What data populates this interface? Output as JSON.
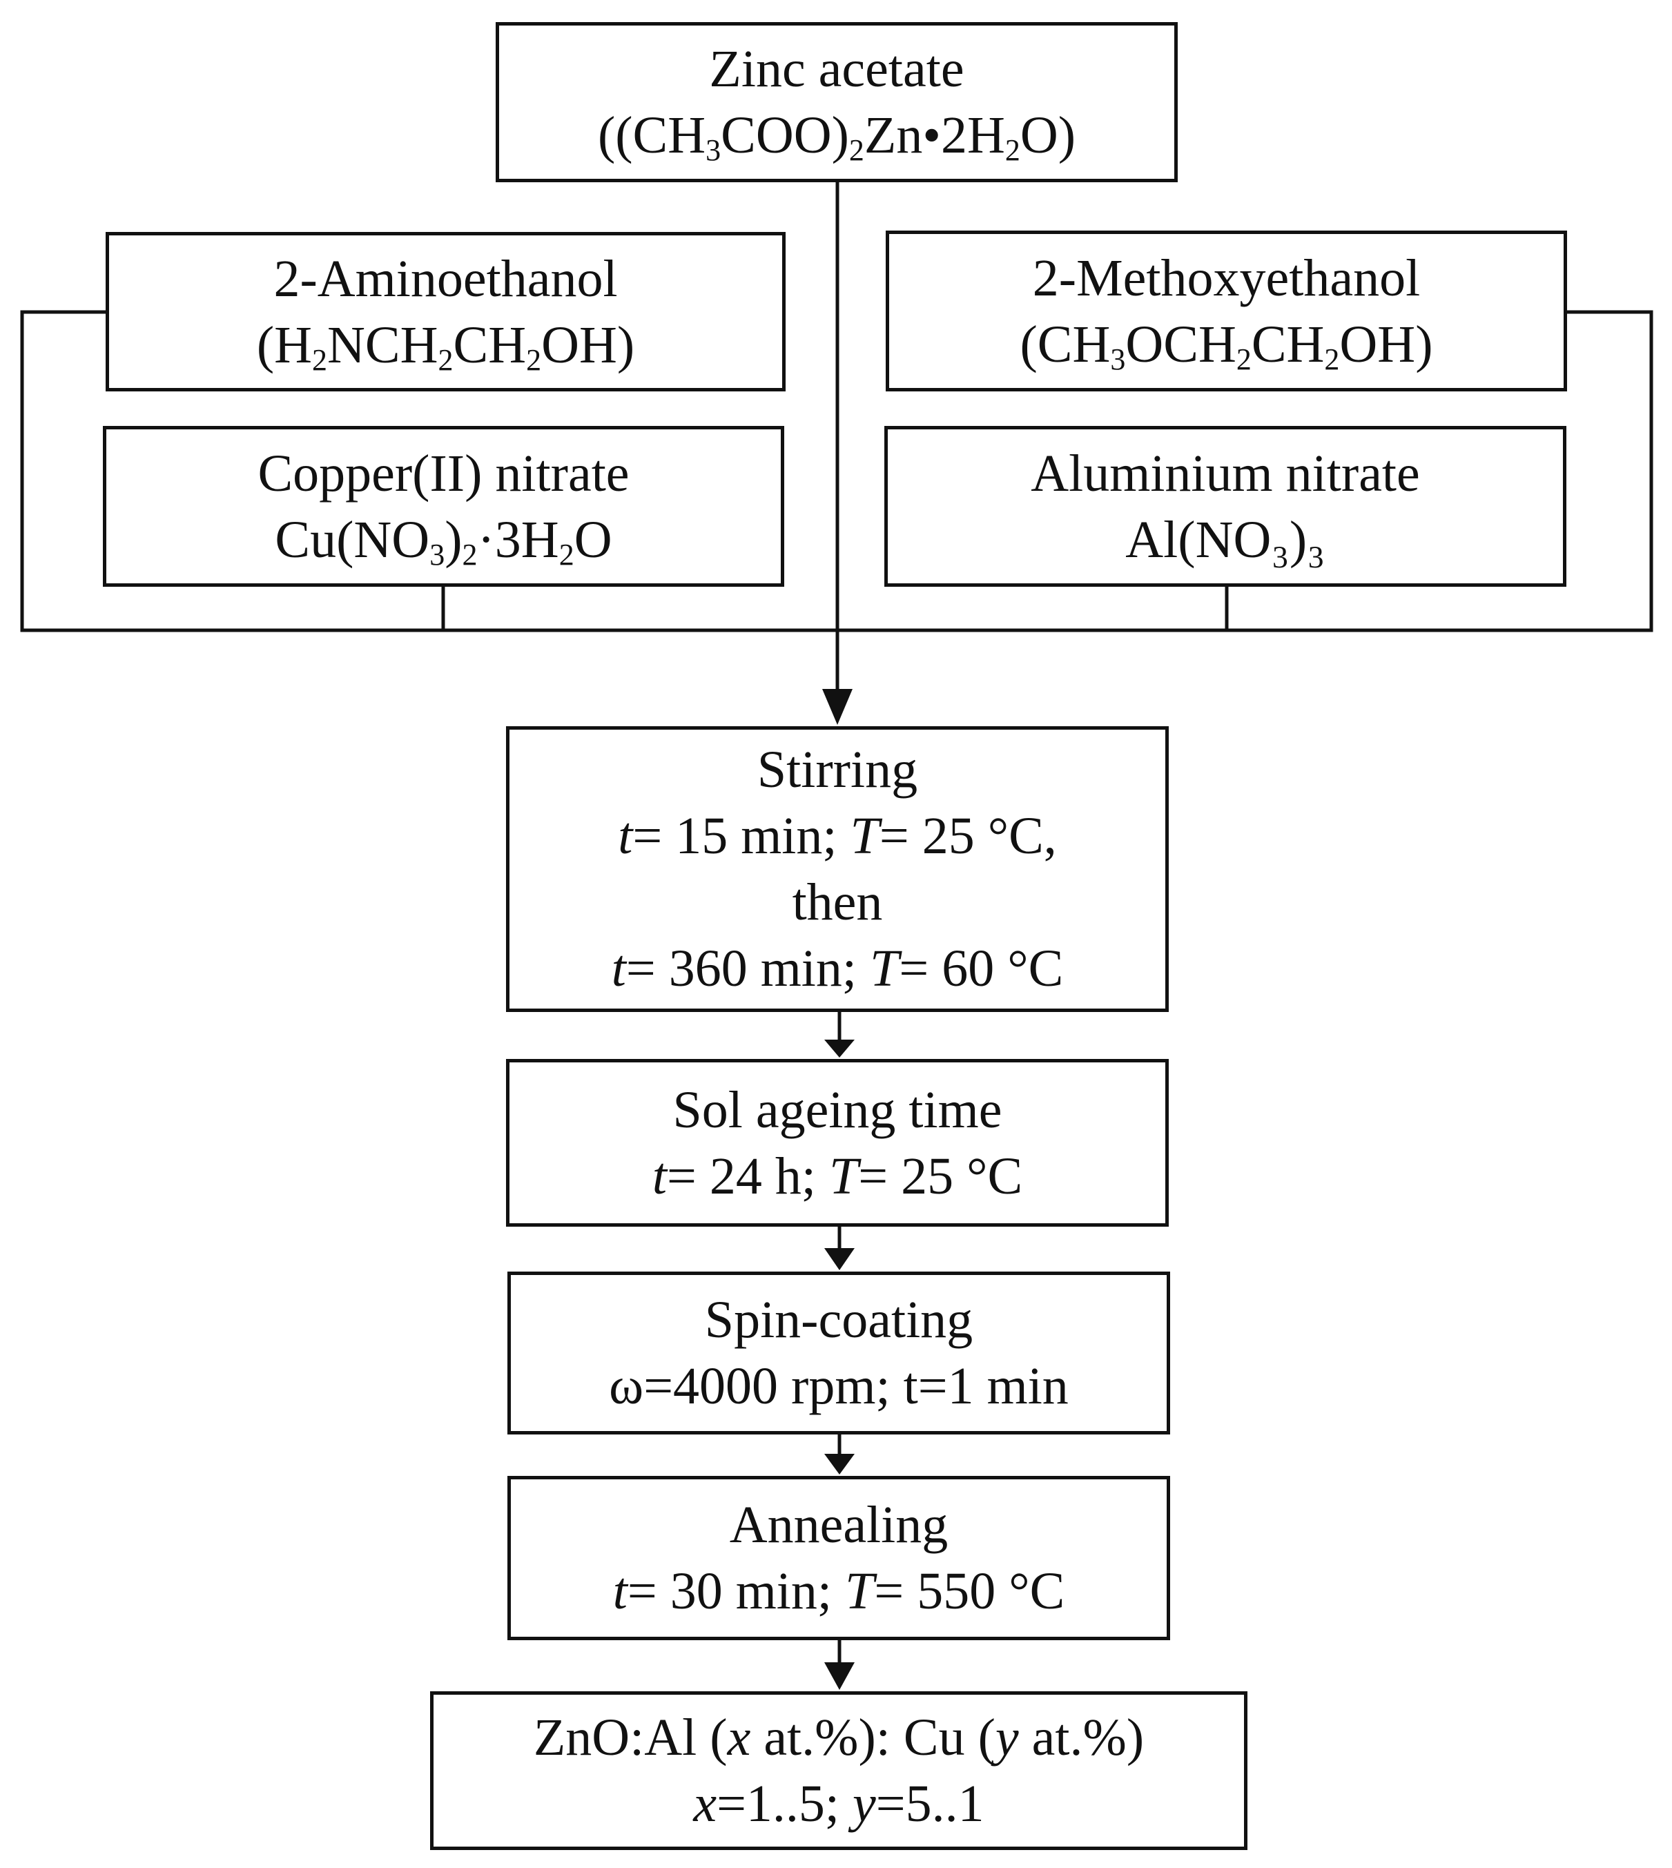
{
  "boxes": {
    "zinc_acetate": {
      "title": "Zinc acetate",
      "formula_parts": [
        "((CH",
        "3",
        "COO)",
        "2",
        "Zn•2H",
        "2",
        "O)"
      ]
    },
    "aminoethanol": {
      "title": "2-Aminoethanol",
      "formula_parts": [
        "(H",
        "2",
        "NCH",
        "2",
        "CH",
        "2",
        "OH)"
      ]
    },
    "copper_nitrate": {
      "title": "Copper(II) nitrate",
      "formula_parts": [
        "Cu(NO",
        "3",
        ")",
        "2",
        "·3H",
        "2",
        "O"
      ]
    },
    "methoxyethanol": {
      "title": "2-Methoxyethanol",
      "formula_parts": [
        "(CH",
        "3",
        "OCH",
        "2",
        "CH",
        "2",
        "OH)"
      ]
    },
    "aluminium_nitrate": {
      "title": "Aluminium nitrate",
      "formula": "Al(NO₃)₃"
    },
    "stirring": {
      "title": "Stirring",
      "line1": {
        "t_sym": "t",
        "t_val": "= 15 min; ",
        "T_sym": "T",
        "T_val": "= 25 °C,"
      },
      "then": "then",
      "line2": {
        "t_sym": "t",
        "t_val": "= 360 min; ",
        "T_sym": "T",
        "T_val": "= 60 °C"
      }
    },
    "sol_ageing": {
      "title": "Sol ageing time",
      "line1": {
        "t_sym": "t",
        "t_val": "= 24 h; ",
        "T_sym": "T",
        "T_val": "= 25 °C"
      }
    },
    "spin_coating": {
      "title": "Spin-coating",
      "params": "ω=4000 rpm; t=1 min"
    },
    "annealing": {
      "title": "Annealing",
      "line1": {
        "t_sym": "t",
        "t_val": "= 30 min; ",
        "T_sym": "T",
        "T_val": "= 550 °C"
      }
    },
    "product": {
      "line1": {
        "a": "ZnO:Al (",
        "x": "x",
        "b": " at.%): Cu (",
        "y": "y",
        "c": " at.%)"
      },
      "line2": {
        "x": "x",
        "a": "=1..5; ",
        "y": "y",
        "b": "=5..1"
      }
    }
  }
}
